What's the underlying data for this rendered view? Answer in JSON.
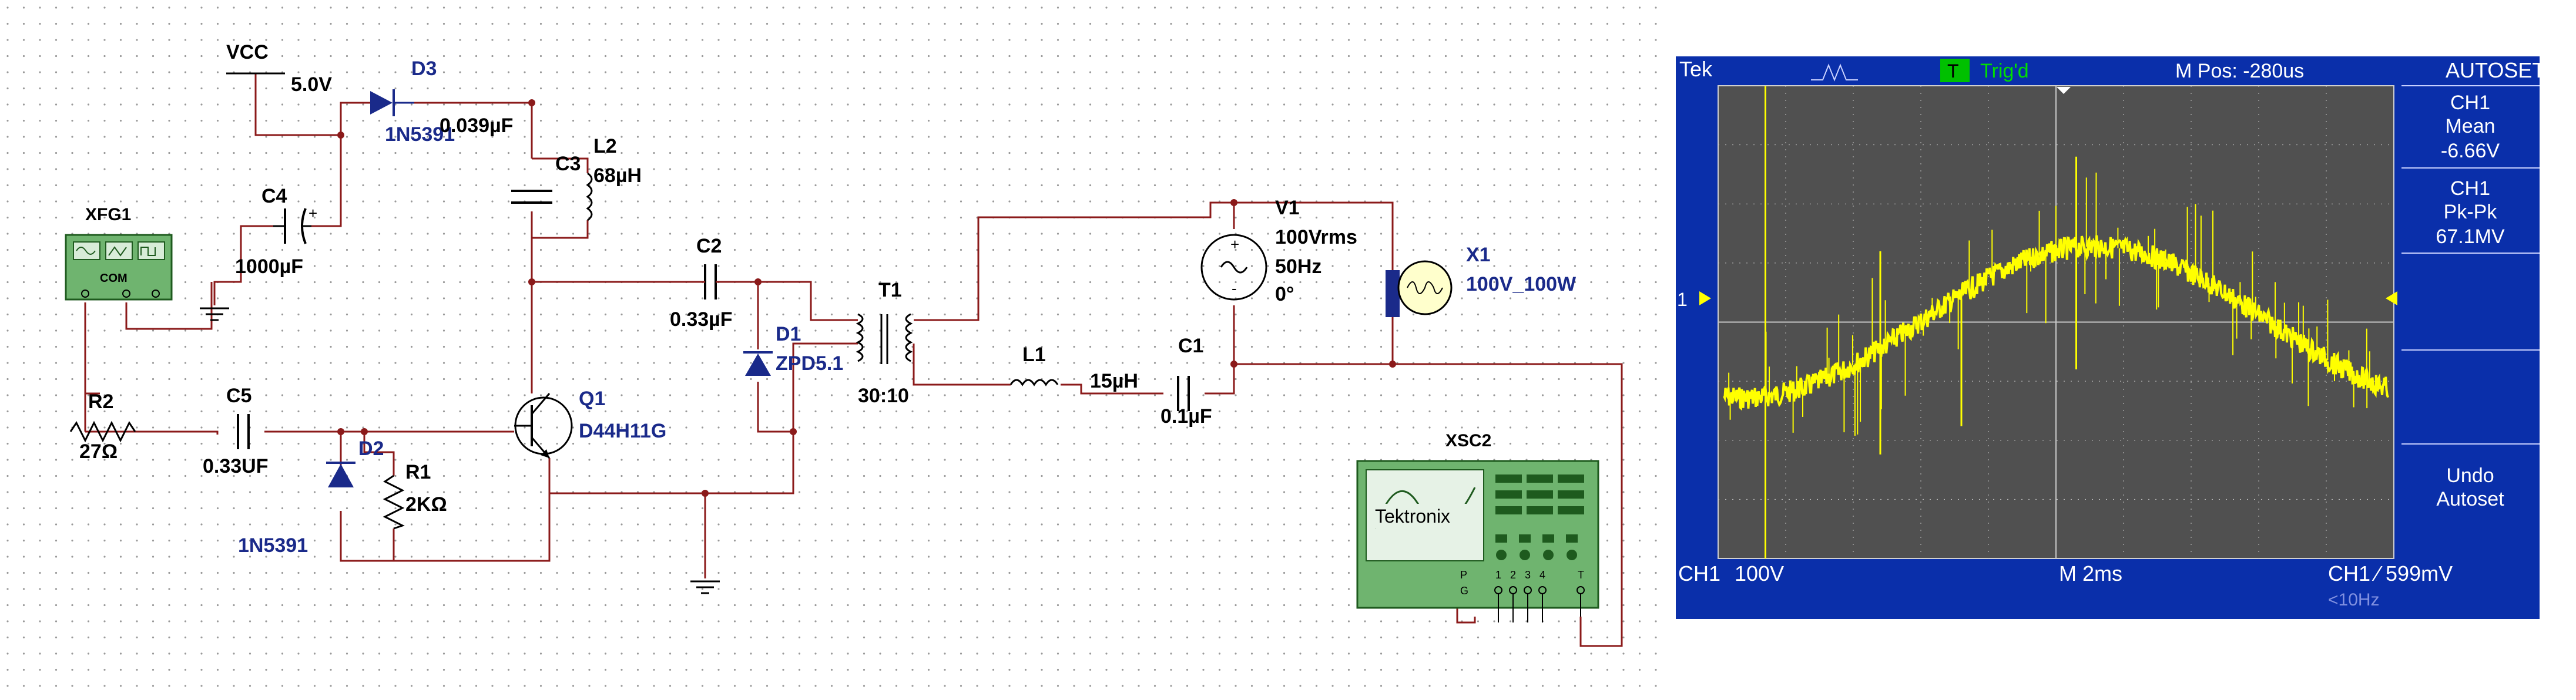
{
  "schematic": {
    "vcc": {
      "name": "VCC",
      "value": "5.0V"
    },
    "d3": {
      "ref": "D3",
      "part": "1N5391"
    },
    "c3": {
      "value": "0.039µF",
      "ref": "C3"
    },
    "l2": {
      "ref": "L2",
      "value": "68µH"
    },
    "c4": {
      "ref": "C4",
      "value": "1000µF"
    },
    "xfg1": {
      "ref": "XFG1",
      "com": "COM"
    },
    "c2": {
      "ref": "C2",
      "value": "0.33µF"
    },
    "t1": {
      "ref": "T1",
      "ratio": "30:10"
    },
    "d1": {
      "ref": "D1",
      "part": "ZPD5.1"
    },
    "v1": {
      "ref": "V1",
      "line1": "100Vrms",
      "line2": "50Hz",
      "line3": "0°"
    },
    "x1": {
      "ref": "X1",
      "part": "100V_100W"
    },
    "l1": {
      "ref": "L1",
      "value": "15µH"
    },
    "c1": {
      "ref": "C1",
      "value": "0.1µF"
    },
    "q1": {
      "ref": "Q1",
      "part": "D44H11G"
    },
    "r2": {
      "ref": "R2",
      "value": "27Ω"
    },
    "c5": {
      "ref": "C5",
      "value": "0.33UF"
    },
    "d2": {
      "ref": "D2",
      "part": "1N5391"
    },
    "r1": {
      "ref": "R1",
      "value": "2KΩ"
    },
    "xsc2": {
      "ref": "XSC2",
      "brand": "Tektronix",
      "p": "P",
      "g": "G",
      "chan1": "1",
      "chan2": "2",
      "chan3": "3",
      "chan4": "4",
      "trig": "T"
    }
  },
  "scope": {
    "brand": "Tek",
    "trig_badge": "T",
    "trig_status": "Trig'd",
    "mpos": "M Pos: -280us",
    "ch_marker": "1",
    "bottom_ch1": "CH1",
    "bottom_ch1_scale": "100V",
    "bottom_time": "M 2ms",
    "bottom_trig": "CH1 ⁄ 599mV",
    "bottom_freq": "<10Hz",
    "menu": {
      "title": "AUTOSET",
      "mean_ch": "CH1",
      "mean_label": "Mean",
      "mean_value": "-6.66V",
      "pkpk_ch": "CH1",
      "pkpk_label": "Pk-Pk",
      "pkpk_value": "67.1MV",
      "undo_line1": "Undo",
      "undo_line2": "Autoset"
    },
    "colors": {
      "frame": "#0a2faa",
      "screen": "#505050",
      "trace": "#ffff00",
      "grid": "#c8c8c8",
      "trig_badge": "#00c000"
    }
  }
}
